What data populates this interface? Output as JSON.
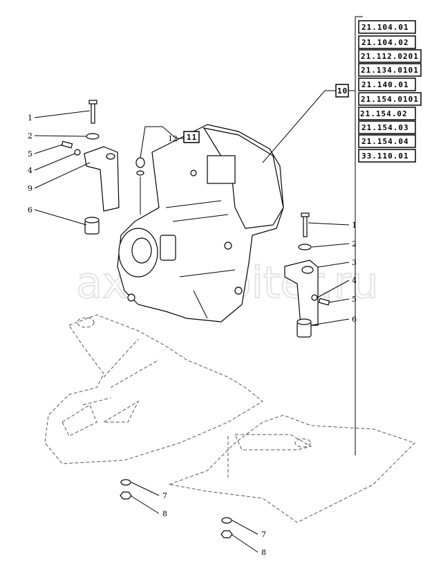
{
  "watermark": "axautopiter.ru",
  "group_label": "10",
  "sub_label_box": "11",
  "sub_label": "12",
  "references": [
    "21.104.01",
    "21.104.02",
    "21.112.0201",
    "21.134.0101",
    "21.140.01",
    "21.154.0101",
    "21.154.02",
    "21.154.03",
    "21.154.04",
    "33.110.01"
  ],
  "left_callouts": [
    "1",
    "2",
    "5",
    "4",
    "9",
    "6"
  ],
  "right_callouts": [
    "1",
    "2",
    "3",
    "4",
    "5",
    "6"
  ],
  "bottom_left_callouts": [
    "7",
    "8"
  ],
  "bottom_right_callouts": [
    "7",
    "8"
  ]
}
